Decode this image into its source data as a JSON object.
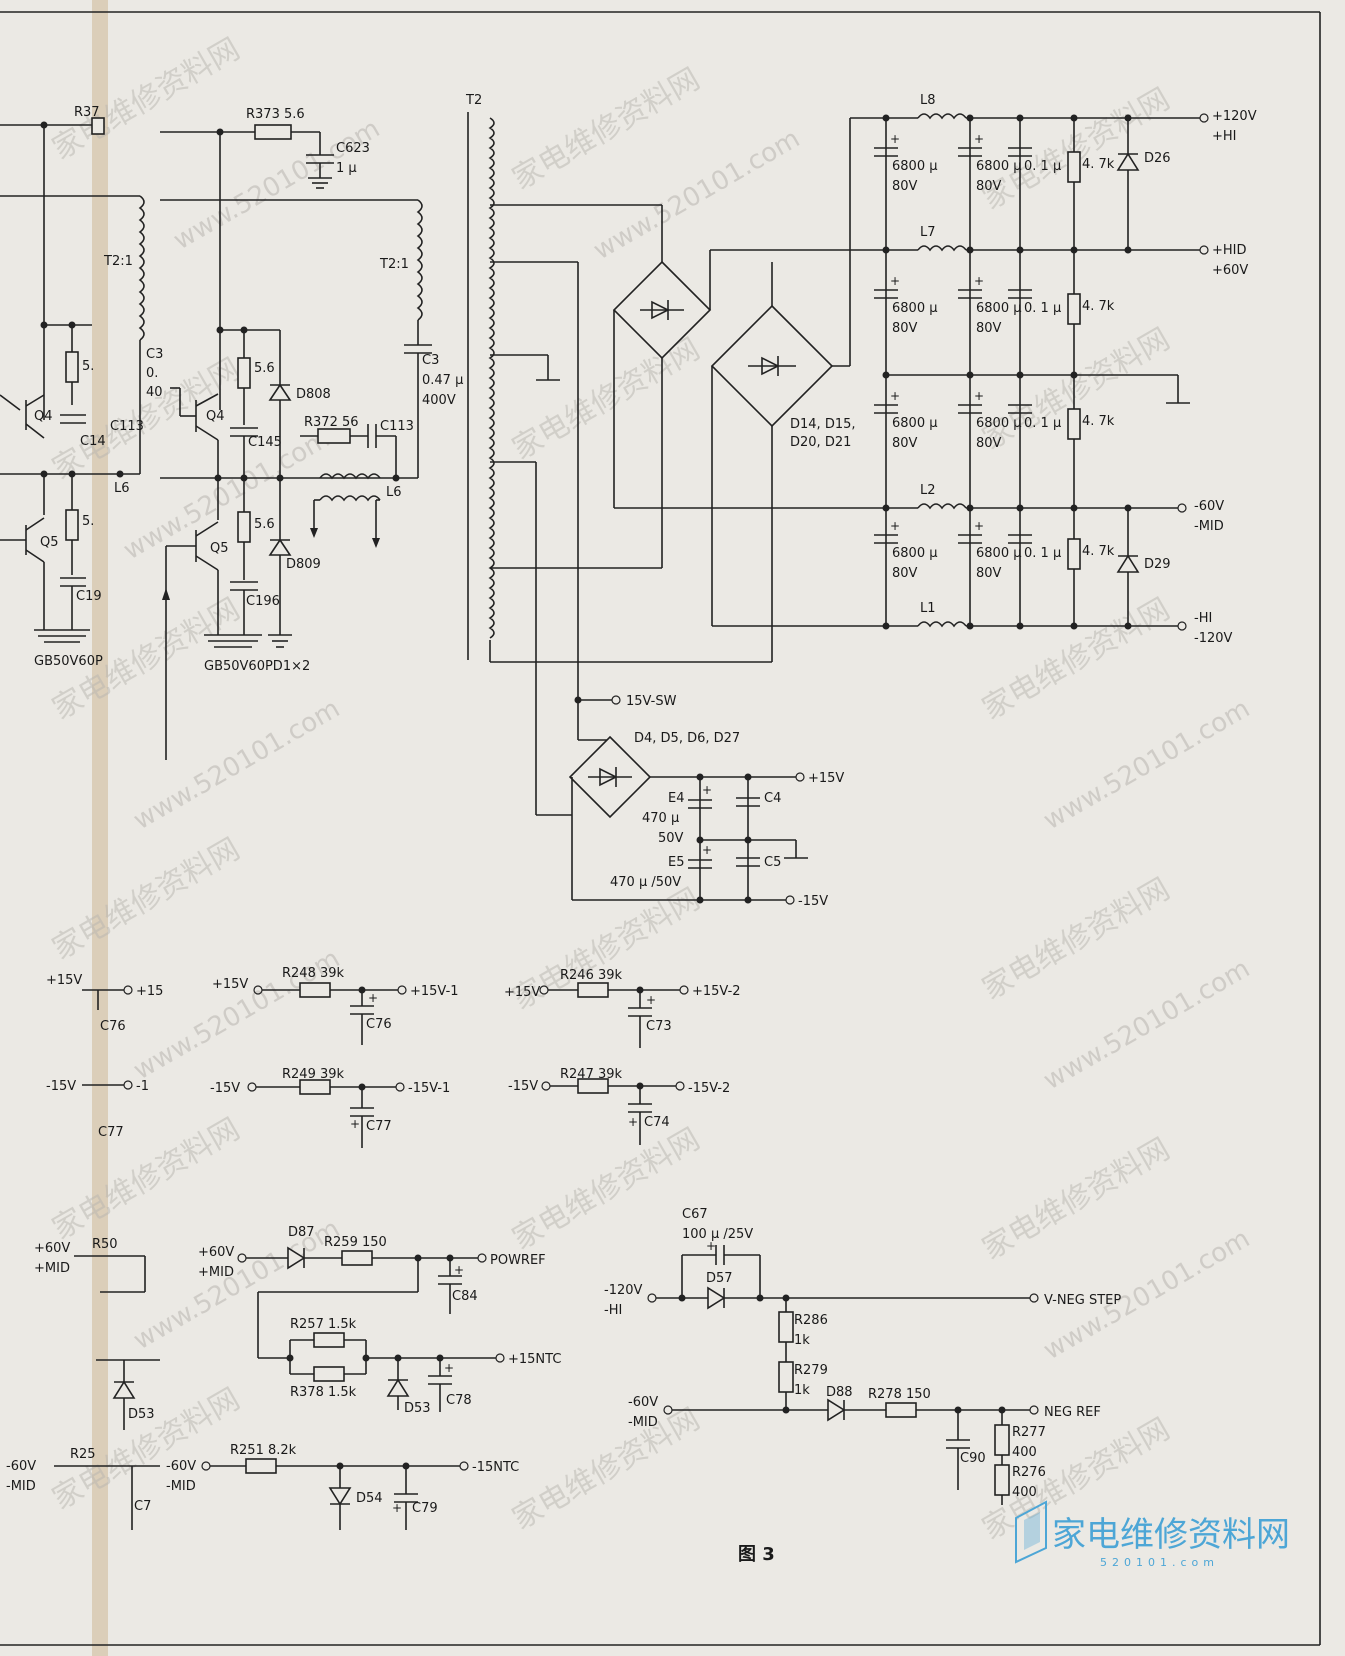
{
  "figure_title": "图 3",
  "logo": {
    "text": "家电维修资料网",
    "sub": "520101.com"
  },
  "watermark": {
    "cn": "家电维修资料网",
    "url": "www.520101.com"
  },
  "power": {
    "r373": "R373  5.6",
    "c623": "C623",
    "c623v": "1 μ",
    "r37": "R37",
    "t2a": "T2:1",
    "t2b": "T2:1",
    "t2": "T2",
    "c3": "C3",
    "c3v": "0.47 μ",
    "c3r": "400V",
    "c3l1": "C3",
    "c3l2": "0.",
    "c3l3": "40",
    "q4a": "Q4",
    "q4b": "Q4",
    "q5a": "Q5",
    "q5b": "Q5",
    "r56a": "5.6",
    "r56b": "5.6",
    "r56c": "5.",
    "r56d": "5.",
    "d808": "D808",
    "d809": "D809",
    "r372": "R372  56",
    "c113a": "C113",
    "c113b": "C113",
    "c145a": "C145",
    "c14": "C14",
    "c196": "C196",
    "c19": "C19",
    "l6a": "L6",
    "l6b": "L6",
    "gb": "GB50V60PD1×2",
    "gb2": "GB50V60P"
  },
  "rect": {
    "l8": "L8",
    "l7": "L7",
    "l2": "L2",
    "l1": "L1",
    "cap": "6800 μ",
    "capv": "80V",
    "c01": "0. 1 μ",
    "r47": "4. 7k",
    "d26": "D26",
    "d29": "D29",
    "bridge": "D14, D15,",
    "bridge2": "D20, D21",
    "o1a": "+120V",
    "o1b": "+HI",
    "o2a": "+HID",
    "o2b": "+60V",
    "o3a": "-60V",
    "o3b": "-MID",
    "o4a": "-HI",
    "o4b": "-120V"
  },
  "aux": {
    "sw": "15V-SW",
    "bridge": "D4, D5, D6, D27",
    "p15": "+15V",
    "m15": "-15V",
    "e4": "E4",
    "e4v": "470 μ",
    "e4r": "50V",
    "e5": "E5",
    "e5v": "470 μ /50V",
    "c4": "C4",
    "c5": "C5"
  },
  "filters": {
    "r248": "R248  39k",
    "r249": "R249  39k",
    "r246": "R246  39k",
    "r247": "R247  39k",
    "in15": "+15V",
    "inm15": "-15V",
    "o1": "+15V-1",
    "o2": "-15V-1",
    "o3": "+15V-2",
    "o4": "-15V-2",
    "c76": "C76",
    "c77": "C77",
    "c73": "C73",
    "c74": "C74",
    "lc76": "C76",
    "lc77": "C77",
    "lin15": "+15V",
    "linm15": "-15V",
    "lo15": "+15",
    "lom15": "-1"
  },
  "ntc": {
    "in60a": "+60V",
    "in60b": "+MID",
    "lin60a": "+60V",
    "lin60b": "+MID",
    "r50": "R50",
    "d87": "D87",
    "r259": "R259  150",
    "powref": "POWREF",
    "c84": "C84",
    "r257": "R257  1.5k",
    "r378": "R378  1.5k",
    "d53": "D53",
    "ld53": "D53",
    "c78": "C78",
    "p15ntc": "+15NTC",
    "inm60a": "-60V",
    "inm60b": "-MID",
    "linm60a": "-60V",
    "linm60b": "-MID",
    "r25": "R25",
    "r251": "R251  8.2k",
    "d54": "D54",
    "c79": "C79",
    "m15ntc": "-15NTC",
    "lc7": "C7"
  },
  "neg": {
    "c67": "C67",
    "c67v": "100 μ /25V",
    "d57": "D57",
    "in1a": "-120V",
    "in1b": "-HI",
    "vneg": "V-NEG STEP",
    "r286": "R286",
    "r286v": "1k",
    "r279": "R279",
    "r279v": "1k",
    "in2a": "-60V",
    "in2b": "-MID",
    "d88": "D88",
    "r278": "R278  150",
    "negref": "NEG REF",
    "c90": "C90",
    "r277": "R277",
    "r277v": "400",
    "r276": "R276",
    "r276v": "400"
  }
}
